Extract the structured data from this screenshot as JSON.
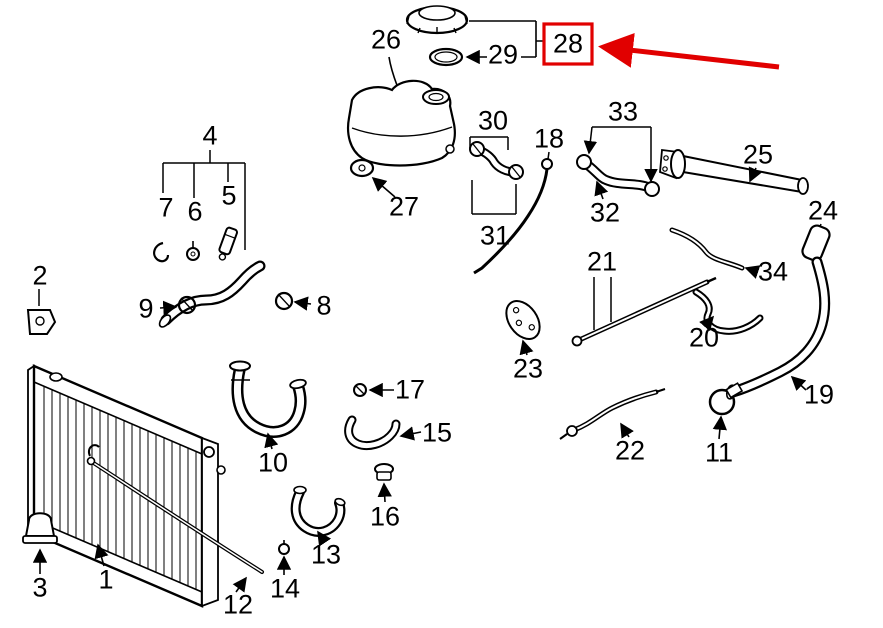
{
  "canvas": {
    "background": "#ffffff",
    "line_color": "#000000"
  },
  "highlight": {
    "part": "28",
    "color": "#e10000"
  },
  "parts": {
    "p1": "1",
    "p2": "2",
    "p3": "3",
    "p4": "4",
    "p5": "5",
    "p6": "6",
    "p7": "7",
    "p8": "8",
    "p9": "9",
    "p10": "10",
    "p11": "11",
    "p12": "12",
    "p13": "13",
    "p14": "14",
    "p15": "15",
    "p16": "16",
    "p17": "17",
    "p18": "18",
    "p19": "19",
    "p20": "20",
    "p21": "21",
    "p22": "22",
    "p23": "23",
    "p24": "24",
    "p25": "25",
    "p26": "26",
    "p27": "27",
    "p28": "28",
    "p29": "29",
    "p30": "30",
    "p31": "31",
    "p32": "32",
    "p33": "33",
    "p34": "34"
  }
}
